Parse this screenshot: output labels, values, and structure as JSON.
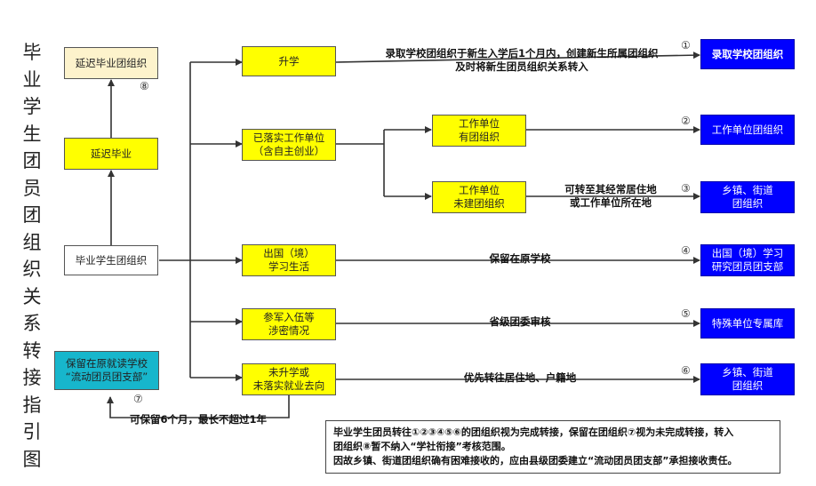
{
  "title": "毕业学生团员团组织关系转接指引图",
  "nodes": {
    "yanchi_zuzhi": "延迟毕业团组织",
    "yanchi_biye": "延迟毕业",
    "biye_tuanzuzhi": "毕业学生团组织",
    "liuyuan": "保留在原就读学校\n“流动团员团支部”",
    "shengxue": "升学",
    "luoshi": "已落实工作单位\n（含自主创业）",
    "danwei_you": "工作单位\n有团组织",
    "danwei_wei": "工作单位\n未建团组织",
    "chuguo": "出国（境）\n学习生活",
    "canjun": "参军入伍等\n涉密情况",
    "weishengxue": "未升学或\n未落实就业去向",
    "dest1": "录取学校团组织",
    "dest2": "工作单位团组织",
    "dest3": "乡镇、街道\n团组织",
    "dest4": "出国（境）学习\n研究团员团支部",
    "dest5": "特殊单位专属库",
    "dest6": "乡镇、街道\n团组织"
  },
  "labels": {
    "shengxue": "录取学校团组织于新生入学后1个月内，创建新生所属团组织\n及时将新生团员组织关系转入",
    "danwei_wei": "可转至其经常居住地\n或工作单位所在地",
    "chuguo": "保留在原学校",
    "canjun": "省级团委审核",
    "weishengxue": "优先转往居住地、户籍地",
    "liuyuan": "可保留6个月，最长不超过1年"
  },
  "numbers": [
    "①",
    "②",
    "③",
    "④",
    "⑤",
    "⑥",
    "⑦",
    "⑧"
  ],
  "note": [
    "毕业学生团员转往①②③④⑤⑥的团组织视为完成转接，保留在团组织⑦视为未完成转接，转入",
    "团组织⑧暂不纳入“学社衔接”考核范围。",
    "因故乡镇、街道团组织确有困难接收的，应由县级团委建立“流动团员团支部”承担接收责任。"
  ],
  "colors": {
    "yellow": "#ffff00",
    "blue": "#0000ff",
    "cyan": "#17b6cc",
    "cream": "#fdf3cc",
    "line": "#333333"
  }
}
